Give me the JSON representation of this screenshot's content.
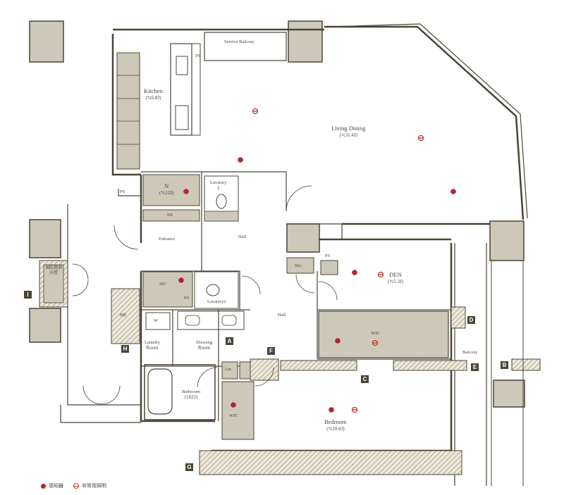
{
  "rooms": {
    "service_balcony": "Service Balcony",
    "kitchen": "Kitchen",
    "kitchen_size": "(≒6.8J)",
    "living_dining": "Living Dining",
    "living_dining_size": "(≒31.4J)",
    "n": "N",
    "n_size": "(≒12J)",
    "lavatory1": "Lavatory",
    "lavatory1_num": "1",
    "sb": "SB",
    "entrance": "Entrance",
    "hall1": "Hall",
    "hall2": "Hall",
    "sic": "SIC",
    "lavatory2": "Lavatory2",
    "den": "DEN",
    "den_size": "(≒5.3J)",
    "wic1": "WIC",
    "wic2": "WIC",
    "laundry": "Laundry",
    "laundry2": "Room",
    "dressing": "Dressing",
    "dressing2": "Room",
    "bathroom": "Bathroom",
    "bathroom_size": "(1822)",
    "bedroom": "Bedroom",
    "bedroom_size": "(≒10.6J)",
    "balcony": "Balcony",
    "me": "ME",
    "fire_hydrant": "消防用消火栓",
    "ps": "PS",
    "sto": "Sto.",
    "lin": "Lin",
    "w": "W"
  },
  "markers": [
    "A",
    "B",
    "C",
    "D",
    "E",
    "F",
    "G",
    "H",
    "I"
  ],
  "legend": {
    "sensor": "感知器",
    "emergency_light": "非常用照明"
  },
  "colors": {
    "wall": "#4a4437",
    "furniture_fill": "#cdc8b8",
    "hatch": "#8a8270",
    "sensor_dot": "#b3272d",
    "emergency_ring": "#c0392b"
  }
}
